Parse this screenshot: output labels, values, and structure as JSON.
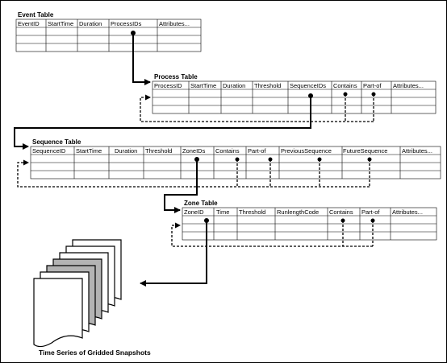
{
  "colors": {
    "line": "#000000",
    "background": "#ffffff",
    "shaded_sheet": "#b3b3b3"
  },
  "tables": [
    {
      "title": "Event Table",
      "columns": [
        "EventID",
        "StartTime",
        "Duration",
        "ProcessIDs",
        "Attributes..."
      ]
    },
    {
      "title": "Process Table",
      "columns": [
        "ProcessID",
        "StartTime",
        "Duration",
        "Threshold",
        "SequenceIDs",
        "Contains",
        "Part-of",
        "Attributes..."
      ]
    },
    {
      "title": "Sequence Table",
      "columns": [
        "SequenceID",
        "StartTime",
        "Duration",
        "Threshold",
        "ZoneIDs",
        "Contains",
        "Part-of",
        "PreviousSequence",
        "FutureSequence",
        "Attributes..."
      ]
    },
    {
      "title": "Zone Table",
      "columns": [
        "ZoneID",
        "Time",
        "Threshold",
        "RunlengthCode",
        "Contains",
        "Part-of",
        "Attributes..."
      ]
    }
  ],
  "caption": "Time Series of Gridded Snapshots"
}
